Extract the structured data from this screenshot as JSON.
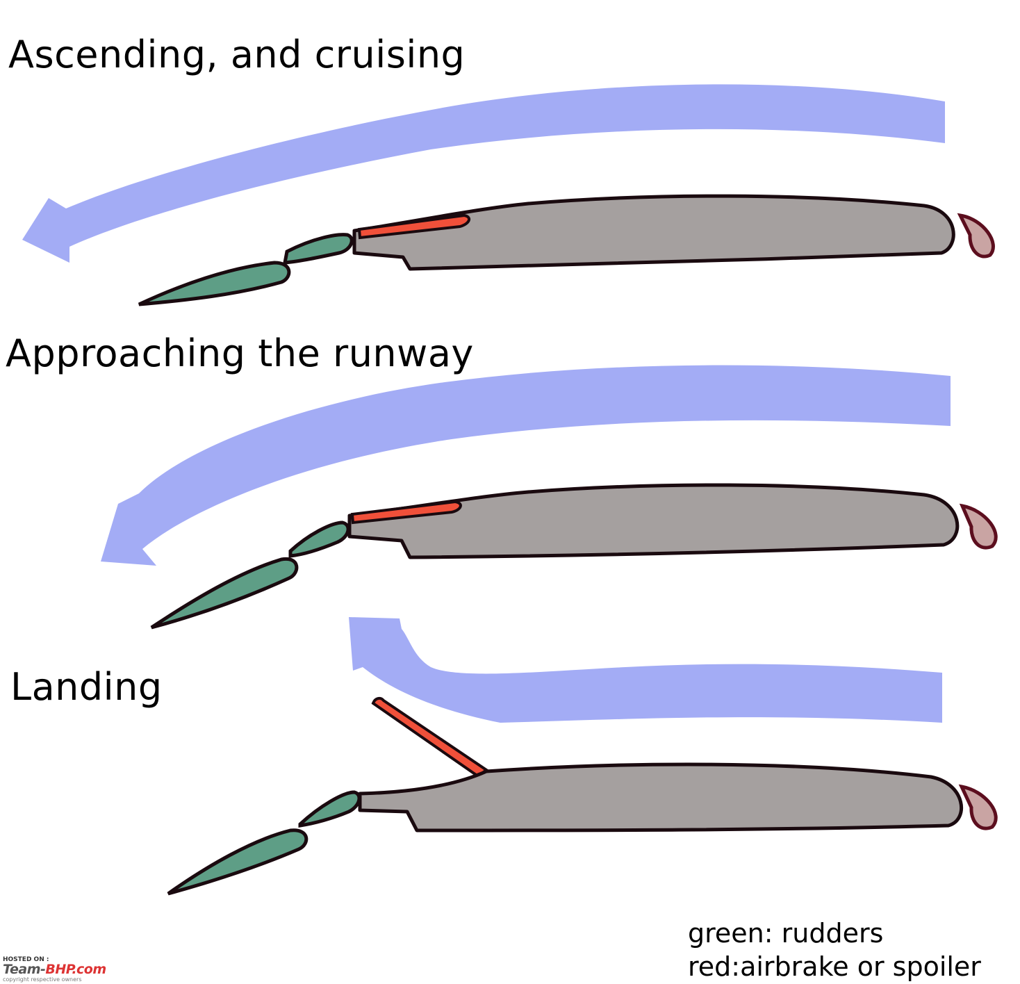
{
  "panels": [
    {
      "title": "Ascending, and cruising"
    },
    {
      "title": "Approaching the runway"
    },
    {
      "title": "Landing"
    }
  ],
  "legend": {
    "line1": "green: rudders",
    "line2": "red:airbrake or spoiler"
  },
  "watermark": {
    "hosted": "HOSTED ON :",
    "team": "Team-",
    "brand": "BHP.com",
    "copyright": "copyright respective owners"
  },
  "colors": {
    "airflow": "#a3acf5",
    "wing": "#a5a09f",
    "rudder": "#5e9e86",
    "spoiler": "#f0503a",
    "outline": "#1a0a0f"
  }
}
